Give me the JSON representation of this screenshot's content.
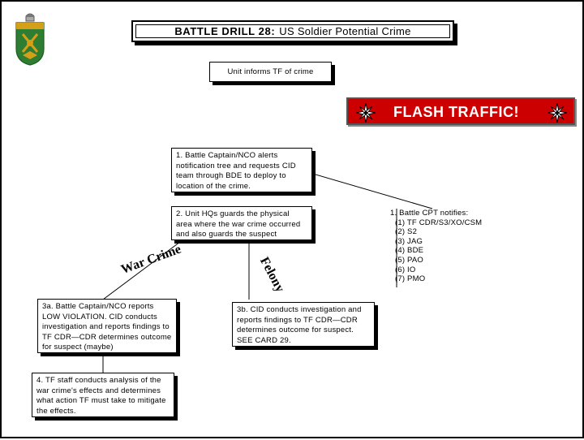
{
  "title": {
    "main": "BATTLE DRILL 28:",
    "sub": "US Soldier Potential Crime"
  },
  "nodes": {
    "start": "Unit informs TF of  crime",
    "step1": "1. Battle Captain/NCO alerts notification tree and requests CID team through BDE to deploy to location of the crime.",
    "step2": "2. Unit HQs guards the physical area where the war crime occurred and also guards the suspect",
    "step3a": "3a. Battle Captain/NCO reports LOW VIOLATION. CID conducts investigation and reports findings to TF CDR—CDR determines outcome for suspect (maybe)",
    "step3b": "3b. CID conducts investigation and reports findings to TF CDR—CDR determines outcome for suspect. SEE CARD 29.",
    "step4": "4. TF staff conducts analysis of the war crime's effects and determines what action TF must take to mitigate the effects."
  },
  "flash": {
    "text": "FLASH TRAFFIC!"
  },
  "edges": {
    "war_crime": "War Crime",
    "felony": "Felony"
  },
  "notifications": {
    "header": "1. Battle CPT notifies:",
    "items": [
      "(1) TF CDR/S3/XO/CSM",
      "(2) S2",
      "(3) JAG",
      "(4) BDE",
      "(5) PAO",
      "(6) IO",
      "(7) PMO"
    ]
  },
  "colors": {
    "flash_bg": "#cc0000",
    "crest_green": "#2e7d32",
    "crest_gold": "#d4a017"
  },
  "icons": [
    "crest-emblem-icon",
    "compass-star-icon"
  ]
}
